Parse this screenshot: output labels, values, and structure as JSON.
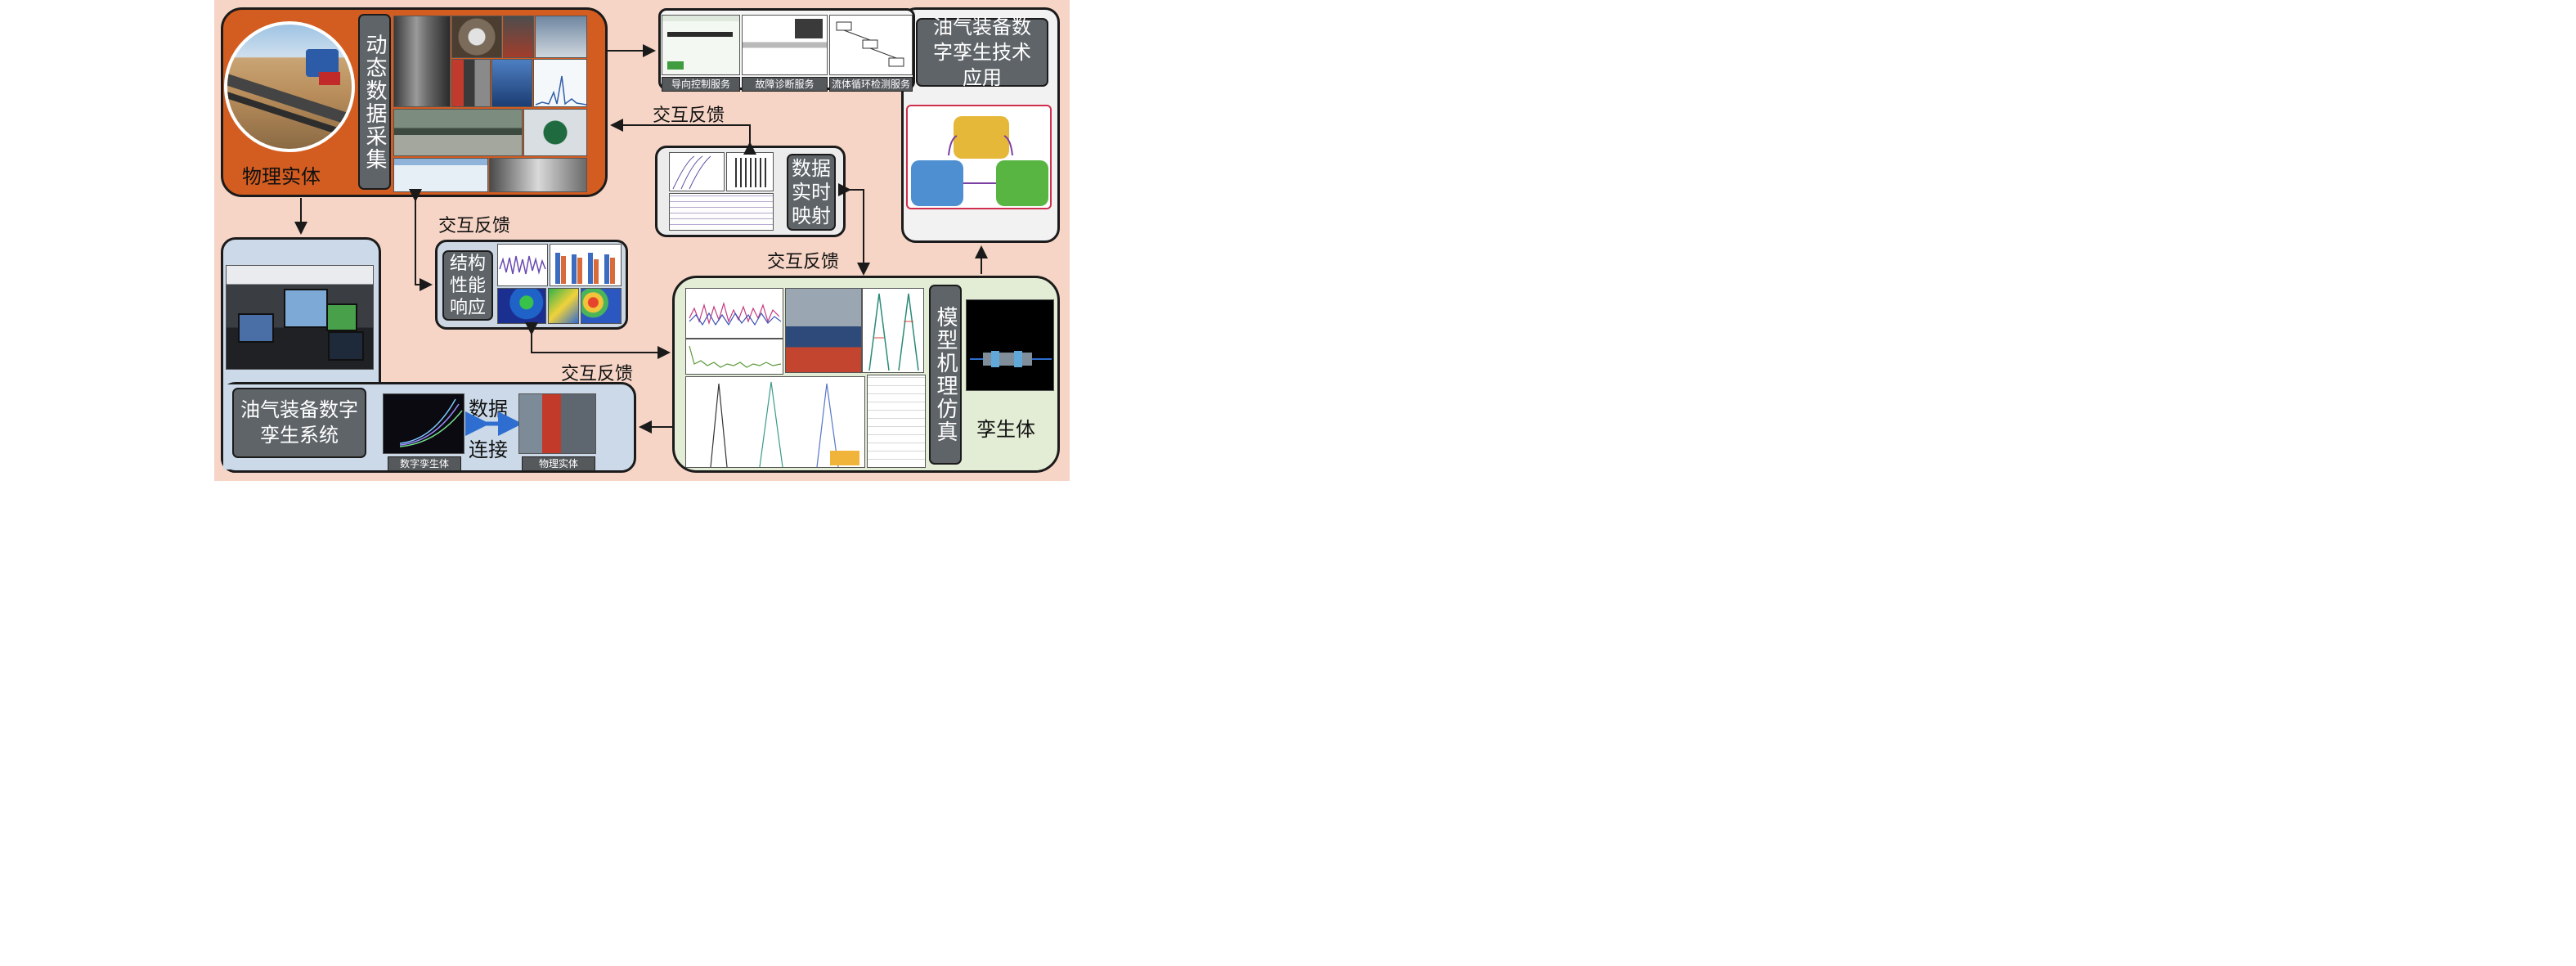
{
  "labels": {
    "physical_entity": "物理实体",
    "dynamic_data": "动态数据采集",
    "app_title": "油气装备数字孪生技术应用",
    "data_mapping": "数据实时映射",
    "structure_response": "结构性能响应",
    "model_simulation": "模型机理仿真",
    "twin_body": "孪生体",
    "system_title": "油气装备数字孪生系统",
    "data_link_top": "数据",
    "data_link_bottom": "连接"
  },
  "feedback": {
    "f1": "交互反馈",
    "f2": "交互反馈",
    "f3": "交互反馈",
    "f4": "交互反馈"
  },
  "services": [
    "导向控制服务",
    "故障诊断服务",
    "流体循环检测服务"
  ],
  "captions": {
    "digital_twin": "数字孪生体",
    "physical": "物理实体"
  },
  "colors": {
    "page_bg": "#f6d5c6",
    "physical_panel": "#d35c20",
    "app_panel": "#f2f2f2",
    "mapping_panel": "#ececec",
    "system_panel": "#cbd9e8",
    "model_panel": "#e3ecd5",
    "label_box": "#5f6468"
  }
}
